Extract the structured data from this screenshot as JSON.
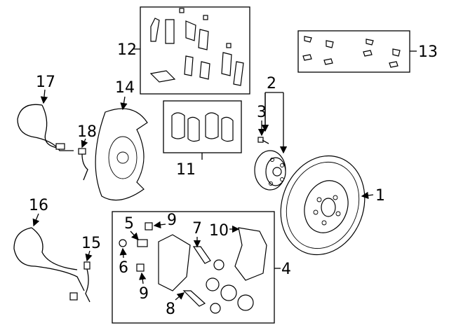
{
  "diagram": {
    "callouts": {
      "c1": "1",
      "c2": "2",
      "c3": "3",
      "c4": "4",
      "c5": "5",
      "c6": "6",
      "c7": "7",
      "c8": "8",
      "c9a": "9",
      "c9b": "9",
      "c10": "10",
      "c11": "11",
      "c12": "12",
      "c13": "13",
      "c14": "14",
      "c15": "15",
      "c16": "16",
      "c17": "17",
      "c18": "18"
    },
    "colors": {
      "line": "#000000",
      "background": "#ffffff"
    }
  }
}
